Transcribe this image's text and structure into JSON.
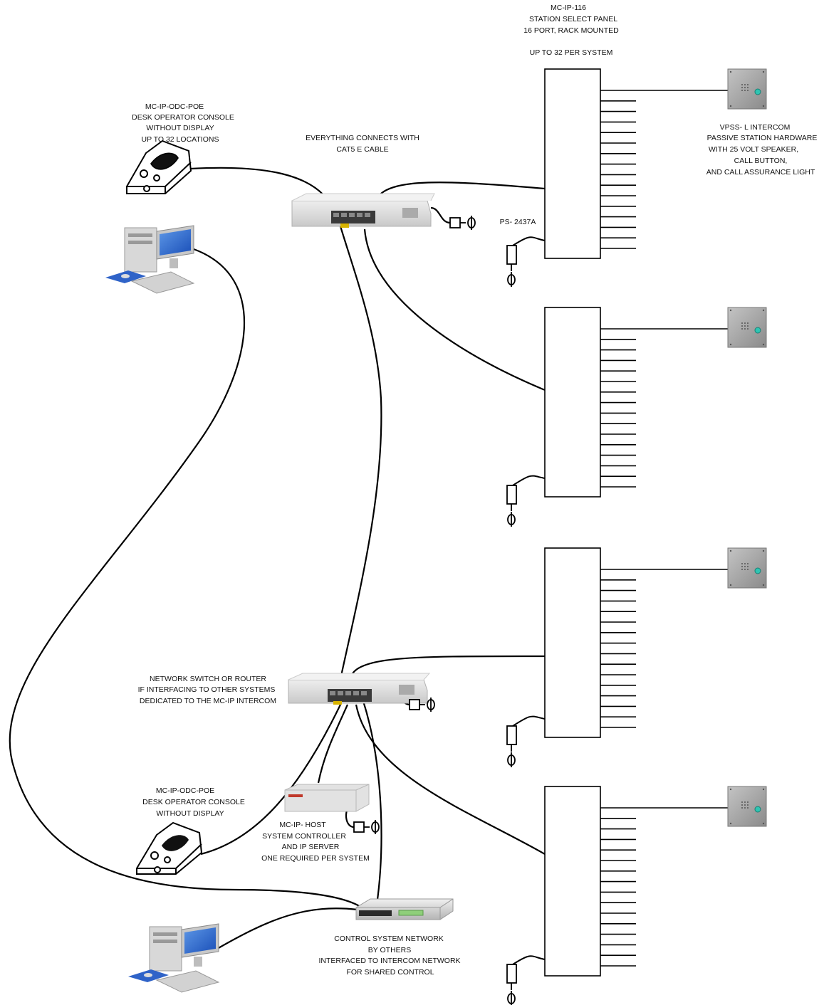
{
  "labels": {
    "panel_model": "MC-IP-116",
    "panel_name": "STATION SELECT PANEL",
    "panel_ports": "16 PORT,   RACK MOUNTED",
    "panel_qty": "UP TO 32  PER SYSTEM",
    "console1_model": "MC-IP-ODC-POE",
    "console1_name": "DESK OPERATOR CONSOLE",
    "console1_disp": "WITHOUT DISPLAY",
    "console1_qty": "UP TO 32 LOCATIONS",
    "connect1": "EVERYTHING CONNECTS WITH",
    "connect2": "CAT5 E CABLE",
    "intercom1": "VPSS- L INTERCOM",
    "intercom2": "PASSIVE STATION HARDWARE",
    "intercom3": "WITH 25  VOLT SPEAKER,",
    "intercom4": "CALL BUTTON,",
    "intercom5": "AND CALL ASSURANCE LIGHT",
    "power_supply": "PS- 2437A",
    "switch1": "NETWORK SWITCH OR ROUTER",
    "switch2": "IF INTERFACING TO OTHER SYSTEMS",
    "switch3": "DEDICATED TO THE MC-IP INTERCOM",
    "console2_model": "MC-IP-ODC-POE",
    "console2_name": "DESK OPERATOR CONSOLE",
    "console2_disp": "WITHOUT DISPLAY",
    "host1": "MC-IP- HOST",
    "host2": "SYSTEM CONTROLLER",
    "host3": "AND IP SERVER",
    "host4": "ONE REQUIRED PER SYSTEM",
    "ctrl1": "CONTROL SYSTEM NETWORK",
    "ctrl2": "BY OTHERS",
    "ctrl3": "INTERFACED TO INTERCOM NETWORK",
    "ctrl4": "FOR SHARED CONTROL"
  },
  "icons": {
    "intercom_plate": "intercom-plate-icon",
    "plug": "power-plug-icon",
    "switch": "network-switch-icon",
    "computer": "desktop-computer-icon",
    "console": "desk-console-icon",
    "host": "host-server-icon",
    "hub": "control-network-hub-icon"
  }
}
